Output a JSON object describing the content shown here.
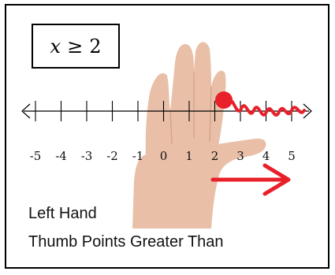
{
  "inequality": {
    "variable": "x",
    "symbol": "≥",
    "value": "2"
  },
  "number_line": {
    "ticks": [
      -5,
      -4,
      -3,
      -2,
      -1,
      0,
      1,
      2,
      3,
      4,
      5
    ],
    "labels": [
      "-5",
      "-4",
      "-3",
      "-2",
      "-1",
      "0",
      "1",
      "2",
      "3",
      "4",
      "5"
    ],
    "closed_point": 2,
    "shaded_direction": "right"
  },
  "caption": {
    "line1": "Left Hand",
    "line2": "Thumb Points Greater Than"
  },
  "colors": {
    "accent_red": "#e8202a",
    "skin": "#e9bfa8",
    "axis": "#000000"
  },
  "icons": [
    "hand-image",
    "arrow-right-icon",
    "closed-dot-icon",
    "squiggle-shading-icon"
  ]
}
